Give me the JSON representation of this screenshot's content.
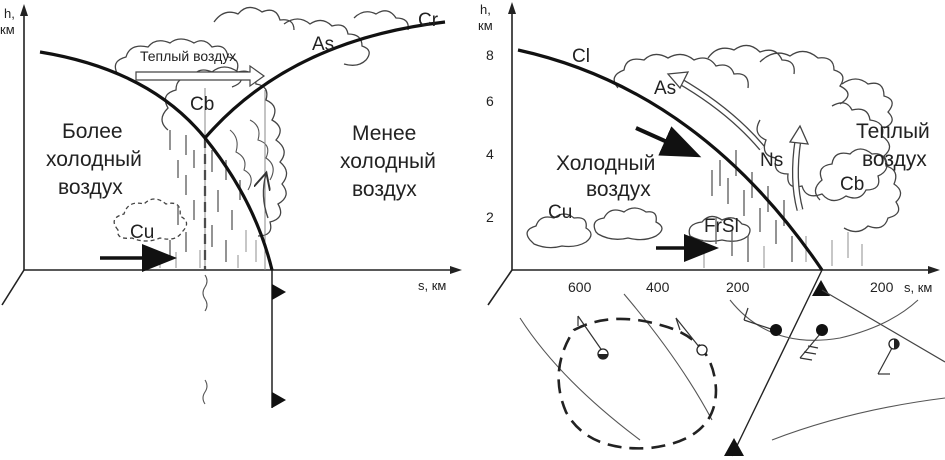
{
  "left": {
    "axis_y_label": "h,\nкм",
    "axis_x_label": "s, км",
    "warm_air": "Теплый воздух",
    "colder_air": [
      "Более",
      "холодный",
      "воздух"
    ],
    "less_cold_air": [
      "Менее",
      "холодный",
      "воздух"
    ],
    "clouds": {
      "cb": "Cb",
      "cu": "Cu",
      "as": "As",
      "cr": "Cr"
    }
  },
  "right": {
    "axis_y_label": "h,\nкм",
    "axis_x_label": "s, км",
    "y_ticks": [
      "8",
      "6",
      "4",
      "2"
    ],
    "x_ticks": [
      "600",
      "400",
      "200",
      "200"
    ],
    "cold_air": [
      "Холодный",
      "воздух"
    ],
    "warm_air": [
      "Теплый",
      "воздух"
    ],
    "clouds": {
      "cl": "Cl",
      "as": "As",
      "ns": "Ns",
      "cb": "Cb",
      "cu": "Cu",
      "frsl": "FrSl"
    }
  },
  "colors": {
    "ink": "#111111",
    "cloud": "#444444",
    "rain": "#666666"
  }
}
